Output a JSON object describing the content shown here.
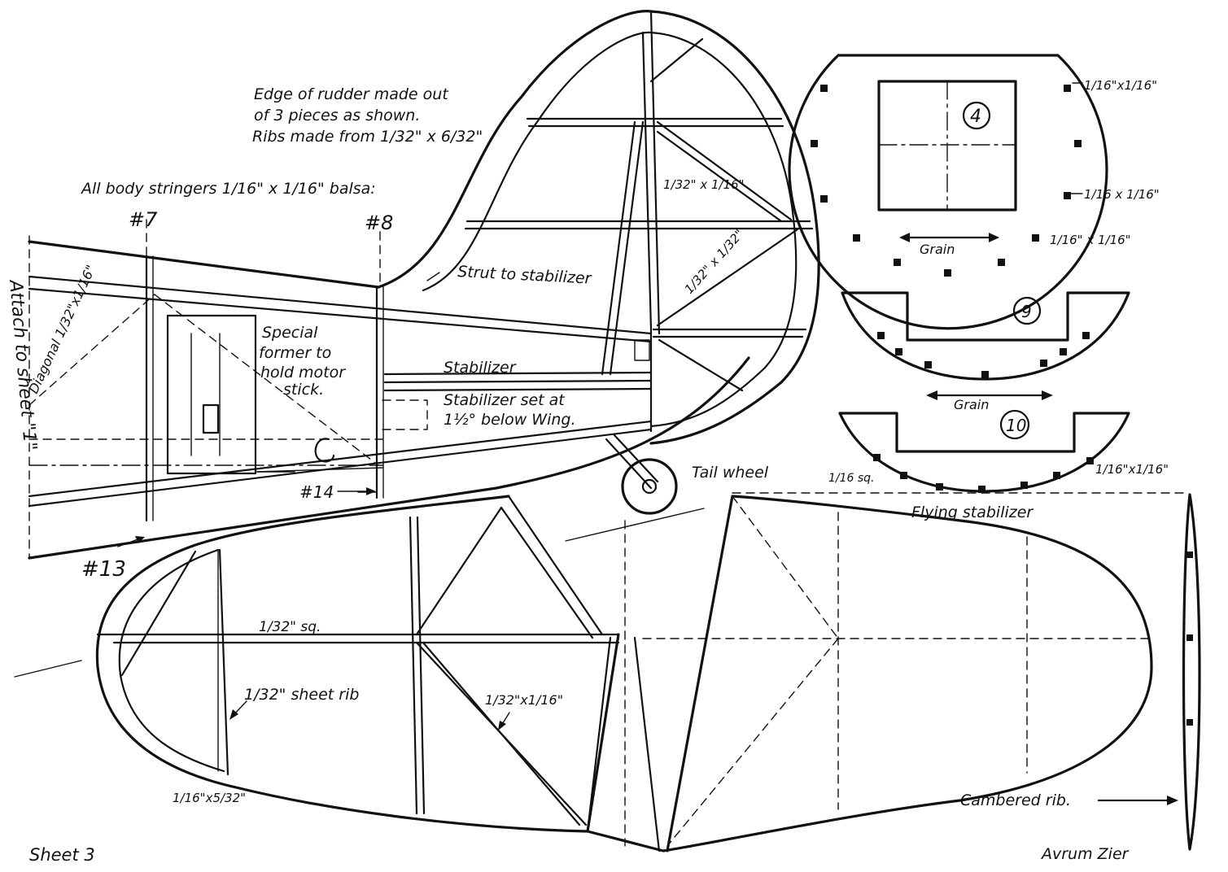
{
  "notes": {
    "rudder_edge_1": "Edge of rudder made out",
    "rudder_edge_2": "of 3 pieces as shown.",
    "rudder_ribs": "Ribs made from 1/32\" x 6/32\"",
    "stringers": "All body stringers 1/16\" x 1/16\" balsa:",
    "attach": "Attach to sheet \"1\"",
    "diagonal": "Diagonal 1/32\"x1/16\"",
    "special_1": "Special",
    "special_2": "former to",
    "special_3": "hold motor",
    "special_4": "stick.",
    "stabilizer": "Stabilizer",
    "stab_set_1": "Stabilizer set at",
    "stab_set_2": "1½° below Wing.",
    "strut": "Strut to stabilizer",
    "rudder_rib_a": "1/32\" x 1/16\"",
    "rudder_rib_b": "1/32\" x 1/32\"",
    "tail_wheel": "Tail wheel",
    "sheet_116": "1/16 sq.",
    "flying_stab": "Flying stabilizer",
    "sheet_132_sq": "1/32\" sq.",
    "sheet_rib": "1/32\" sheet rib",
    "rib_132x116": "1/32\"x1/16\"",
    "edge_116x532": "1/16\"x5/32\"",
    "cambered": "Cambered rib.",
    "sheet_no": "Sheet 3",
    "author": "Avrum Zier"
  },
  "stations": {
    "s7": "#7",
    "s8": "#8",
    "s13": "#13",
    "s14": "#14"
  },
  "formers": {
    "f4": {
      "number": "4",
      "grain": "Grain",
      "stringer_1": "1/16\"x1/16\"",
      "stringer_2": "1/16 x 1/16\"",
      "stringer_3": "1/16\" x 1/16\""
    },
    "f9": {
      "number": "9"
    },
    "f10": {
      "number": "10",
      "grain": "Grain",
      "stringer": "1/16\"x1/16\""
    }
  }
}
